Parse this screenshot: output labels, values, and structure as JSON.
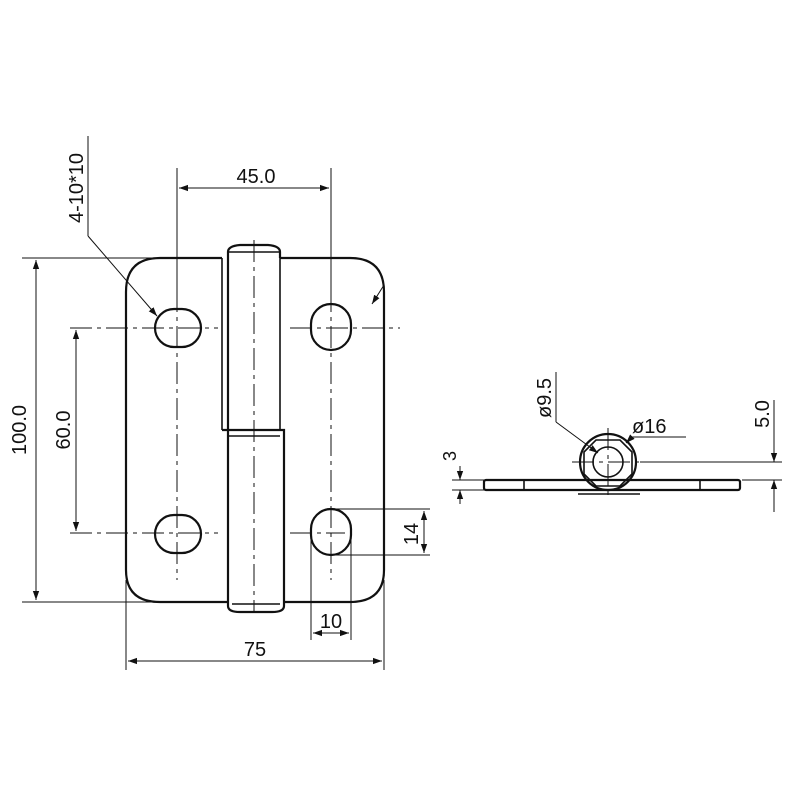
{
  "labels": {
    "hole_spec": "4-10*10",
    "hole_pitch_h": "45.0",
    "overall_height": "100.0",
    "hole_pitch_v": "60.0",
    "slot_height": "14",
    "slot_width": "10",
    "overall_width": "75",
    "pin_dia": "ø9.5",
    "knuckle_dia": "ø16",
    "leaf_thickness": "3",
    "offset": "5.0"
  }
}
